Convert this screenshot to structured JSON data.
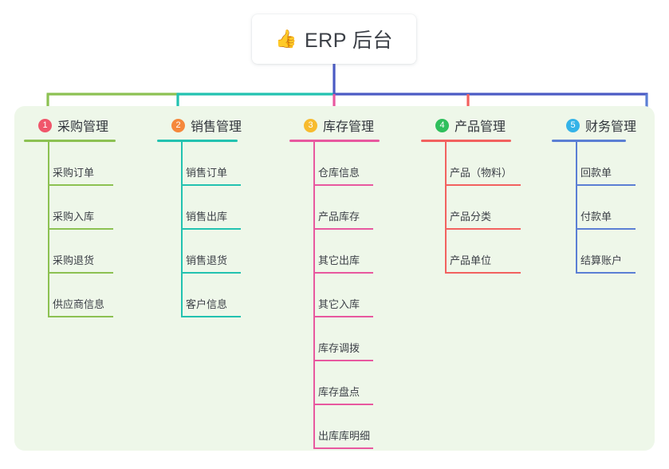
{
  "root": {
    "emoji": "👍",
    "emoji_name": "thumbs-up-icon",
    "title": "ERP 后台"
  },
  "panel": {
    "background": "#eef7e9"
  },
  "stem_color": "#4a5ac4",
  "columns": [
    {
      "number": "1",
      "title": "采购管理",
      "color": "#8cc152",
      "badge_color": "#f0566b",
      "items": [
        "采购订单",
        "采购入库",
        "采购退货",
        "供应商信息"
      ]
    },
    {
      "number": "2",
      "title": "销售管理",
      "color": "#22c2b0",
      "badge_color": "#f5883c",
      "items": [
        "销售订单",
        "销售出库",
        "销售退货",
        "客户信息"
      ]
    },
    {
      "number": "3",
      "title": "库存管理",
      "color": "#e8589f",
      "badge_color": "#f7bb2e",
      "items": [
        "仓库信息",
        "产品库存",
        "其它出库",
        "其它入库",
        "库存调拨",
        "库存盘点",
        "出库库明细"
      ]
    },
    {
      "number": "4",
      "title": "产品管理",
      "color": "#f2615f",
      "badge_color": "#2fbf5c",
      "items": [
        "产品（物料）",
        "产品分类",
        "产品单位"
      ]
    },
    {
      "number": "5",
      "title": "财务管理",
      "color": "#5b7fd4",
      "badge_color": "#34b3e8",
      "items": [
        "回款单",
        "付款单",
        "结算账户"
      ]
    }
  ]
}
